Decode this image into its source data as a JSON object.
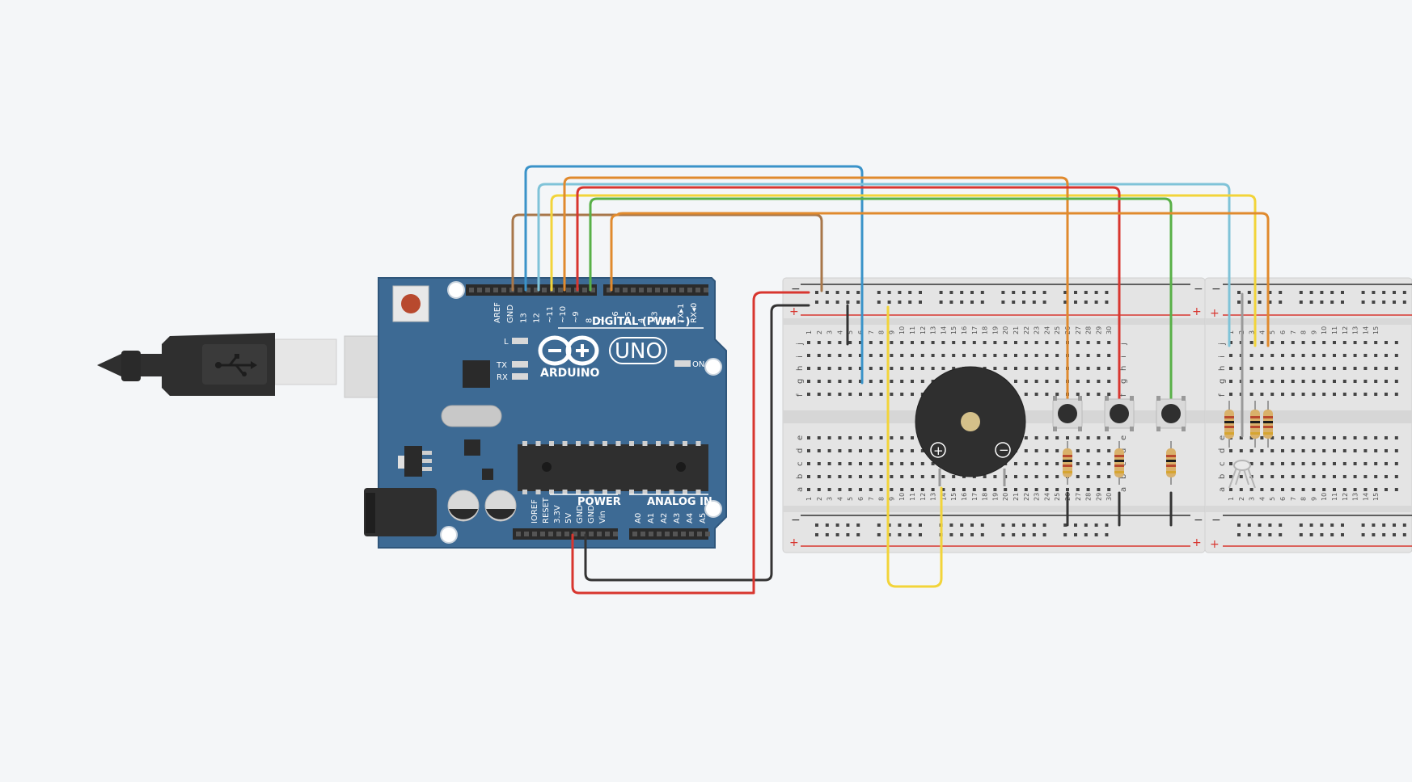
{
  "arduino": {
    "brand": "ARDUINO",
    "model": "UNO",
    "on_label": "ON",
    "led_l": "L",
    "led_tx": "TX",
    "led_rx": "RX",
    "digital_label": "DIGITAL (PWM~)",
    "power_label": "POWER",
    "analog_label": "ANALOG IN",
    "digital_pins": [
      "AREF",
      "GND",
      "13",
      "12",
      "~11",
      "~10",
      "~9",
      "8",
      "7",
      "~6",
      "~5",
      "4",
      "~3",
      "2",
      "TX▸1",
      "RX◂0"
    ],
    "power_pins": [
      "IOREF",
      "RESET",
      "3.3V",
      "5V",
      "GND",
      "GND",
      "Vin"
    ],
    "analog_pins": [
      "A0",
      "A1",
      "A2",
      "A3",
      "A4",
      "A5"
    ]
  },
  "breadboard": {
    "row_letters_top": [
      "j",
      "i",
      "h",
      "g",
      "f"
    ],
    "row_letters_bottom": [
      "e",
      "d",
      "c",
      "b",
      "a"
    ],
    "columns": [
      "1",
      "2",
      "3",
      "4",
      "5",
      "6",
      "7",
      "8",
      "9",
      "10",
      "11",
      "12",
      "13",
      "14",
      "15",
      "16",
      "17",
      "18",
      "19",
      "20",
      "21",
      "22",
      "23",
      "24",
      "25",
      "26",
      "27",
      "28",
      "29",
      "30"
    ],
    "columns_second": [
      "1",
      "2",
      "3",
      "4",
      "5",
      "6",
      "7",
      "8",
      "9",
      "10",
      "11",
      "12",
      "13",
      "14",
      "15"
    ],
    "plus": "+",
    "minus": "−"
  },
  "buzzer": {
    "plus": "+",
    "minus": "−"
  },
  "colors": {
    "board": "#3d6a94",
    "wire_blue": "#3a93c9",
    "wire_lightblue": "#7fc3d8",
    "wire_orange": "#e08a2e",
    "wire_red": "#d8362f",
    "wire_yellow": "#f2d43a",
    "wire_green": "#58b047",
    "wire_brown": "#a8774a",
    "wire_black": "#333333",
    "background": "#f4f6f8"
  },
  "icons": [
    "usb-icon",
    "arduino-infinity-logo"
  ]
}
